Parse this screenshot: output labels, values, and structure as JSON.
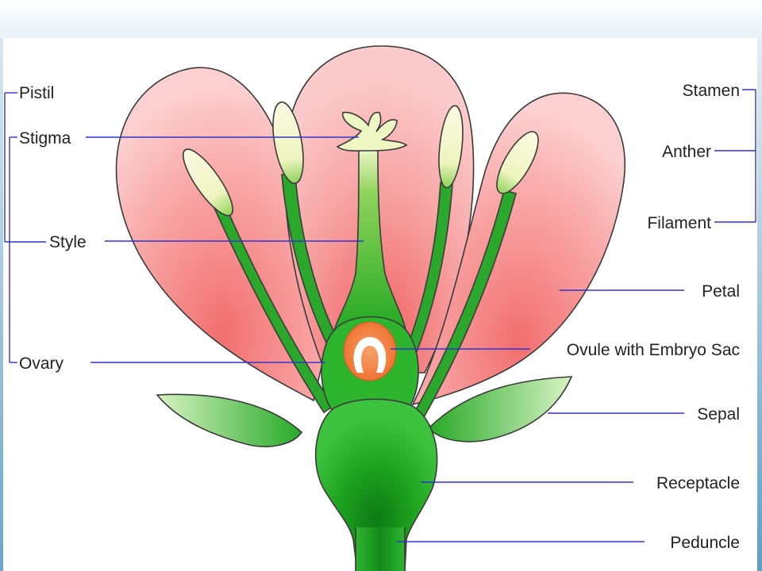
{
  "labels": {
    "pistil": "Pistil",
    "stigma": "Stigma",
    "style": "Style",
    "ovary": "Ovary",
    "stamen": "Stamen",
    "anther": "Anther",
    "filament": "Filament",
    "petal": "Petal",
    "ovule": "Ovule with Embryo Sac",
    "sepal": "Sepal",
    "receptacle": "Receptacle",
    "peduncle": "Peduncle"
  },
  "colors": {
    "leader_line": "#3333cc",
    "petal": "#f6a3a3",
    "green": "#2db52d",
    "anther": "#f5f5c8",
    "ovule": "#f07a3a"
  }
}
